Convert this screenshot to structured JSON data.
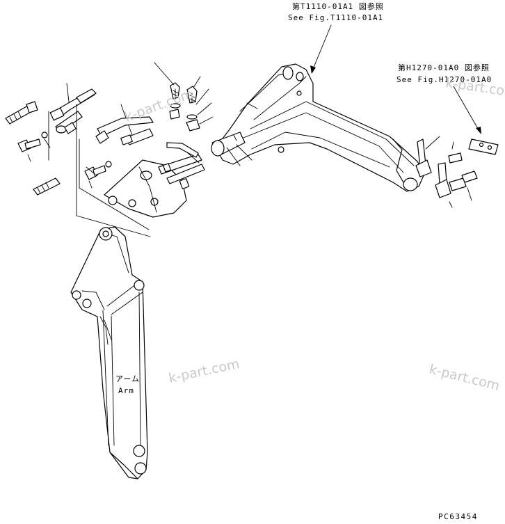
{
  "references": {
    "main_frame_jp": "第T1110-01A1 図参照",
    "main_frame_en": "See Fig.T1110-01A1",
    "right_group_jp": "第H1270-01A0 図参照",
    "right_group_en": "See Fig.H1270-01A0"
  },
  "arm": {
    "label_jp": "アーム",
    "label_en": "Arm"
  },
  "watermark": "k-part.com",
  "drawing_code": "PC63454"
}
